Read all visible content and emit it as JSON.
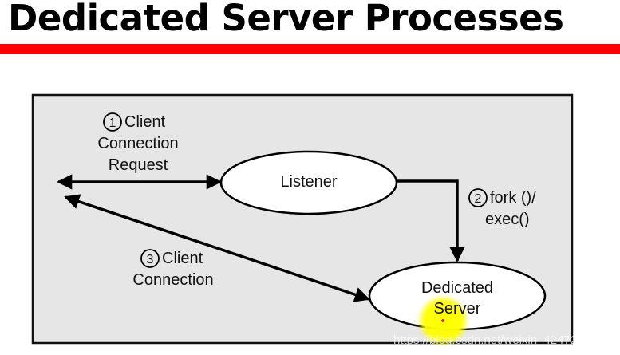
{
  "header": {
    "title": "Dedicated Server Processes"
  },
  "colors": {
    "accent": "#ff0000",
    "panel": "#e6e6e6",
    "highlight": "#ffff00"
  },
  "diagram": {
    "nodes": {
      "listener": "Listener",
      "dedicated_line1": "Dedicated",
      "dedicated_line2": "Server"
    },
    "steps": {
      "step1_number": "1",
      "step1_line1": "Client",
      "step1_line2": "Connection",
      "step1_line3": "Request",
      "step2_number": "2",
      "step2_line1": "fork ()/",
      "step2_line2": "exec()",
      "step3_number": "3",
      "step3_line1": "Client",
      "step3_line2": "Connection"
    }
  },
  "watermark": "https://blog.csdn.net/weixin_42472277"
}
